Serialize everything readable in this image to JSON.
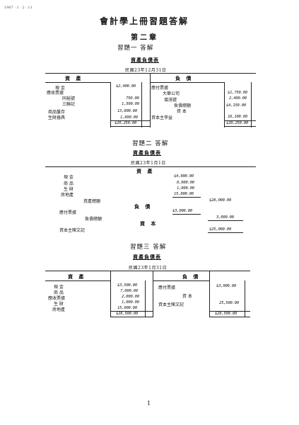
{
  "header_note": "1967 · 1 · 2 · 11",
  "title": "會計學上冊習題答解",
  "chapter": "第二章",
  "page_number": "1",
  "exercises": [
    {
      "heading": "習題一  答解",
      "sheet_title": "資產負債表",
      "date": "民國23年12月31日",
      "left_header": "資  產",
      "right_header": "負  債",
      "left_rows": [
        {
          "label": "現  金",
          "amount": "$2,400.00"
        },
        {
          "label": "應收票據",
          "amount": ""
        },
        {
          "label": "同裕號",
          "amount": "750.00"
        },
        {
          "label": "三聯記",
          "amount": "1,500.00"
        },
        {
          "label": "商品盤存",
          "amount": "13,800.00"
        },
        {
          "label": "生財器具",
          "amount": "1,800.00"
        }
      ],
      "left_total": "$20,250.00",
      "right_rows": [
        {
          "label": "應付票據",
          "amount": ""
        },
        {
          "label": "大華公司",
          "amount": "$1,750.00"
        },
        {
          "label": "增茂號",
          "amount": "2,400.00"
        },
        {
          "label": "負債總額",
          "amount": "$4,150.00"
        },
        {
          "label": "資  本",
          "amount": ""
        },
        {
          "label": "資本主李益",
          "amount": "16,100.00"
        }
      ],
      "right_total": "$20,250.00"
    },
    {
      "heading": "習題二  答解",
      "sheet_title": "資產負債表",
      "date": "民國23年1月1日",
      "assets_header": "資  產",
      "asset_rows": [
        {
          "label": "現  金",
          "amount": "$4,000.00"
        },
        {
          "label": "商  品",
          "amount": "8,000.00"
        },
        {
          "label": "生  財",
          "amount": "1,000.00"
        },
        {
          "label": "房地產",
          "amount": "15,000.00"
        }
      ],
      "asset_total_label": "資產總額",
      "asset_total": "$28,000.00",
      "liab_header": "負  債",
      "liab_row_label": "應付票據",
      "liab_row_amount": "$3,000.00",
      "liab_total_label": "負債總額",
      "liab_total": "3,000.00",
      "capital_header": "資  本",
      "capital_label": "資本主陳文記",
      "capital_amount": "$25,000.00"
    },
    {
      "heading": "習題三  答解",
      "sheet_title": "資產負債表",
      "date": "民國23年1月31日",
      "left_header": "資  產",
      "right_header": "負  債",
      "left_rows": [
        {
          "label": "現  金",
          "amount": "$3,500.00"
        },
        {
          "label": "商  品",
          "amount": "7,000.00"
        },
        {
          "label": "應收票據",
          "amount": "2,000.00"
        },
        {
          "label": "生  財",
          "amount": "1,000.00"
        },
        {
          "label": "房地產",
          "amount": "15,000.00"
        }
      ],
      "left_total": "$28,500.00",
      "right_rows": [
        {
          "label": "應付票據",
          "amount": "$3,000.00"
        },
        {
          "label": "資  本",
          "amount": ""
        },
        {
          "label": "資本主陳文記",
          "amount": "25,500.00"
        }
      ],
      "right_total": "$28,500.00"
    }
  ]
}
